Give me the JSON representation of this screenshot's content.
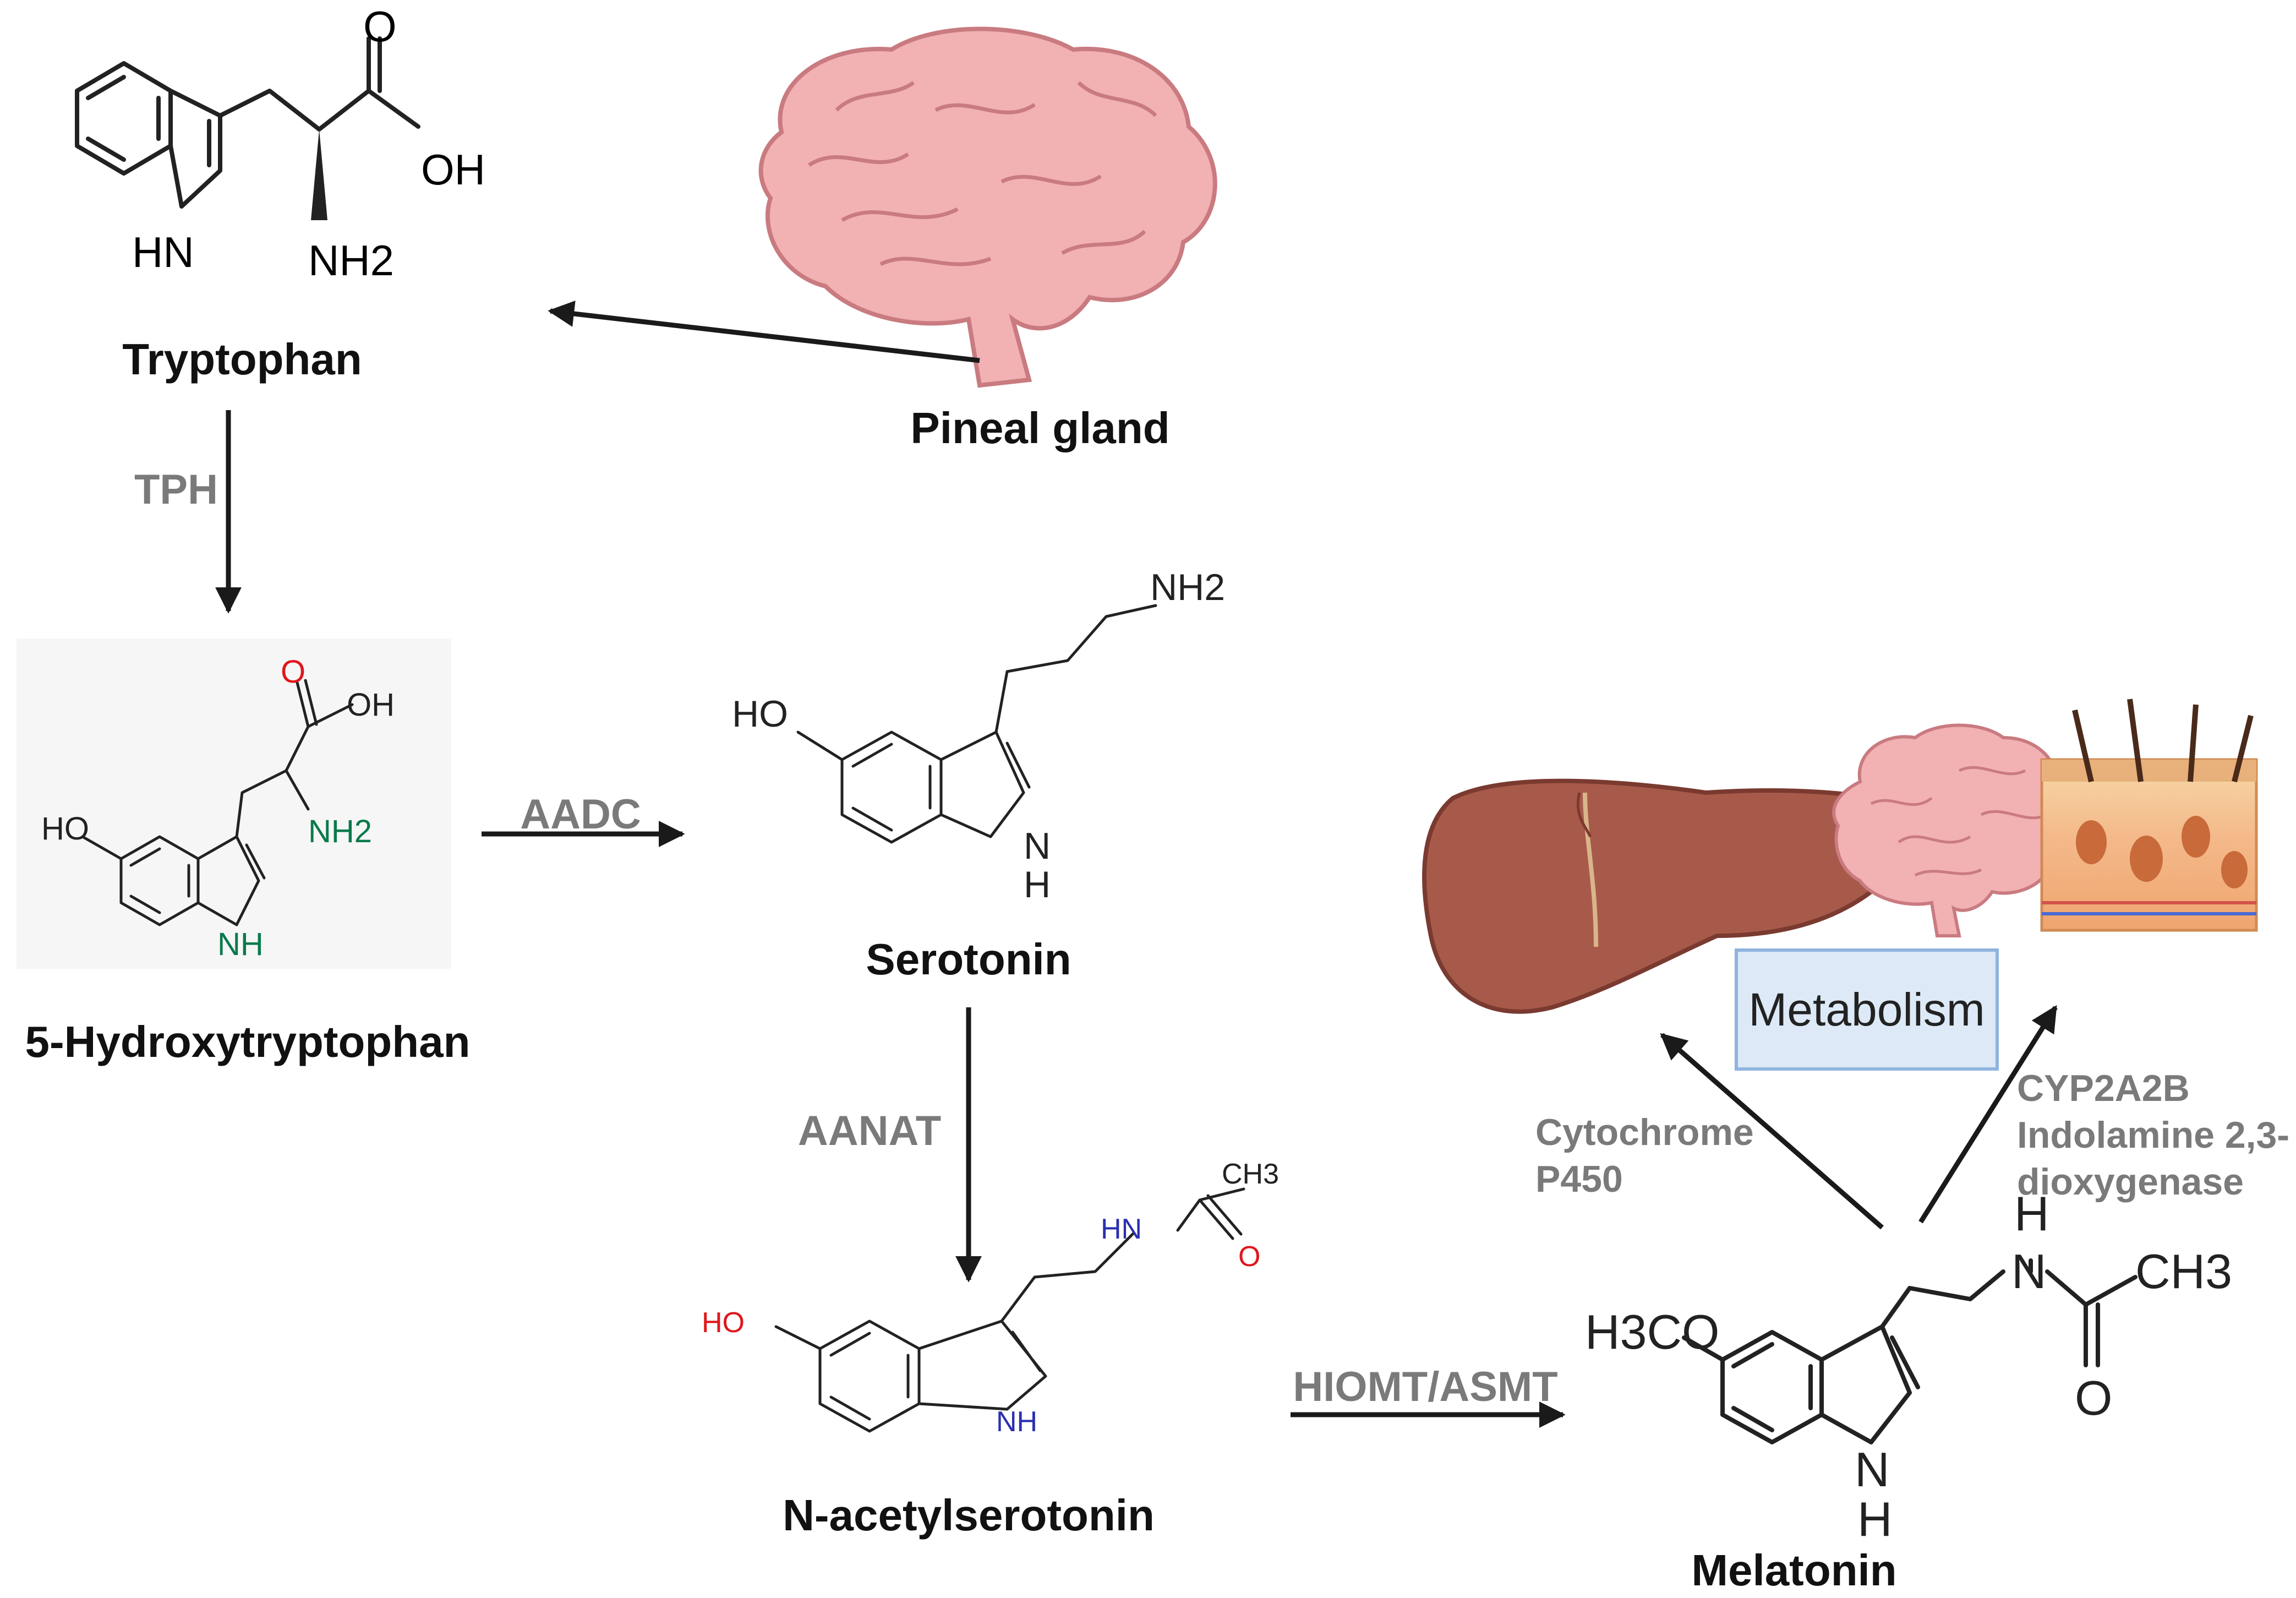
{
  "molecules": {
    "tryptophan": {
      "name": "Tryptophan",
      "o": "O",
      "oh": "OH",
      "hn": "HN",
      "nh2": "NH2"
    },
    "hydroxytryptophan": {
      "name": "5-Hydroxytryptophan",
      "o": "O",
      "oh": "OH",
      "ho": "HO",
      "nh2": "NH2",
      "nh": "NH"
    },
    "serotonin": {
      "name": "Serotonin",
      "ho": "HO",
      "nh2": "NH2",
      "n": "N",
      "h": "H"
    },
    "n_acetylserotonin": {
      "name": "N-acetylserotonin",
      "ho": "HO",
      "hn": "HN",
      "ch3": "CH3",
      "o": "O",
      "nh": "NH"
    },
    "melatonin": {
      "name": "Melatonin",
      "h3co": "H3CO",
      "h": "H",
      "n": "N",
      "ch3": "CH3",
      "o": "O",
      "n_ring": "N",
      "h_ring": "H"
    }
  },
  "sources": {
    "pineal_gland": "Pineal gland"
  },
  "enzymes": {
    "tph": "TPH",
    "aadc": "AADC",
    "aanat": "AANAT",
    "hiomt": "HIOMT/ASMT",
    "cytochrome_line1": "Cytochrome",
    "cytochrome_line2": "P450",
    "cyp_line1": "CYP2A2B",
    "cyp_line2": "Indolamine 2,3-",
    "cyp_line3": "dioxygenase"
  },
  "metabolism_box": "Metabolism",
  "colors": {
    "label": "#111111",
    "enzyme": "#7a7a7a",
    "oxygen_red": "#e0161b",
    "nitrogen_green": "#0a7a4a",
    "nitrogen_blue": "#2b2fb0",
    "brain_pink": "#f2b1b3",
    "liver_brown": "#a85a4a",
    "box_fill": "#dde9f7",
    "box_border": "#8fb4de"
  },
  "icons": [
    "brain-icon",
    "liver-icon",
    "skin-icon"
  ]
}
